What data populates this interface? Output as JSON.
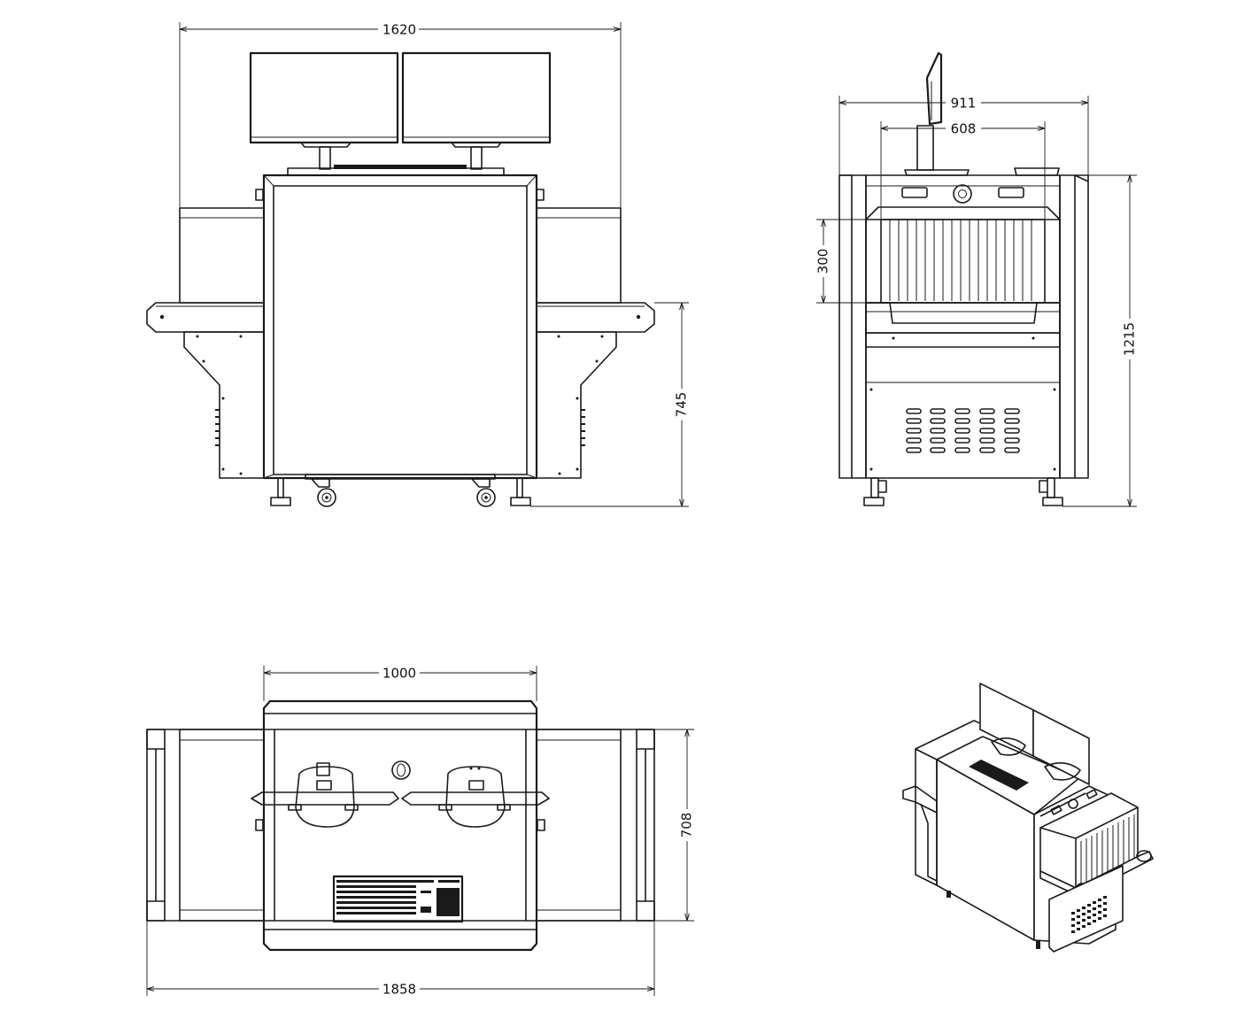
{
  "dimensions": {
    "front_width": "1620",
    "side_width_outer": "911",
    "side_width_inner": "608",
    "tunnel_height": "300",
    "overall_height": "1215",
    "belt_height": "745",
    "top_body_width": "1000",
    "top_depth": "708",
    "overall_length": "1858"
  },
  "colors": {
    "line": "#1a1a1a",
    "background": "#ffffff"
  }
}
